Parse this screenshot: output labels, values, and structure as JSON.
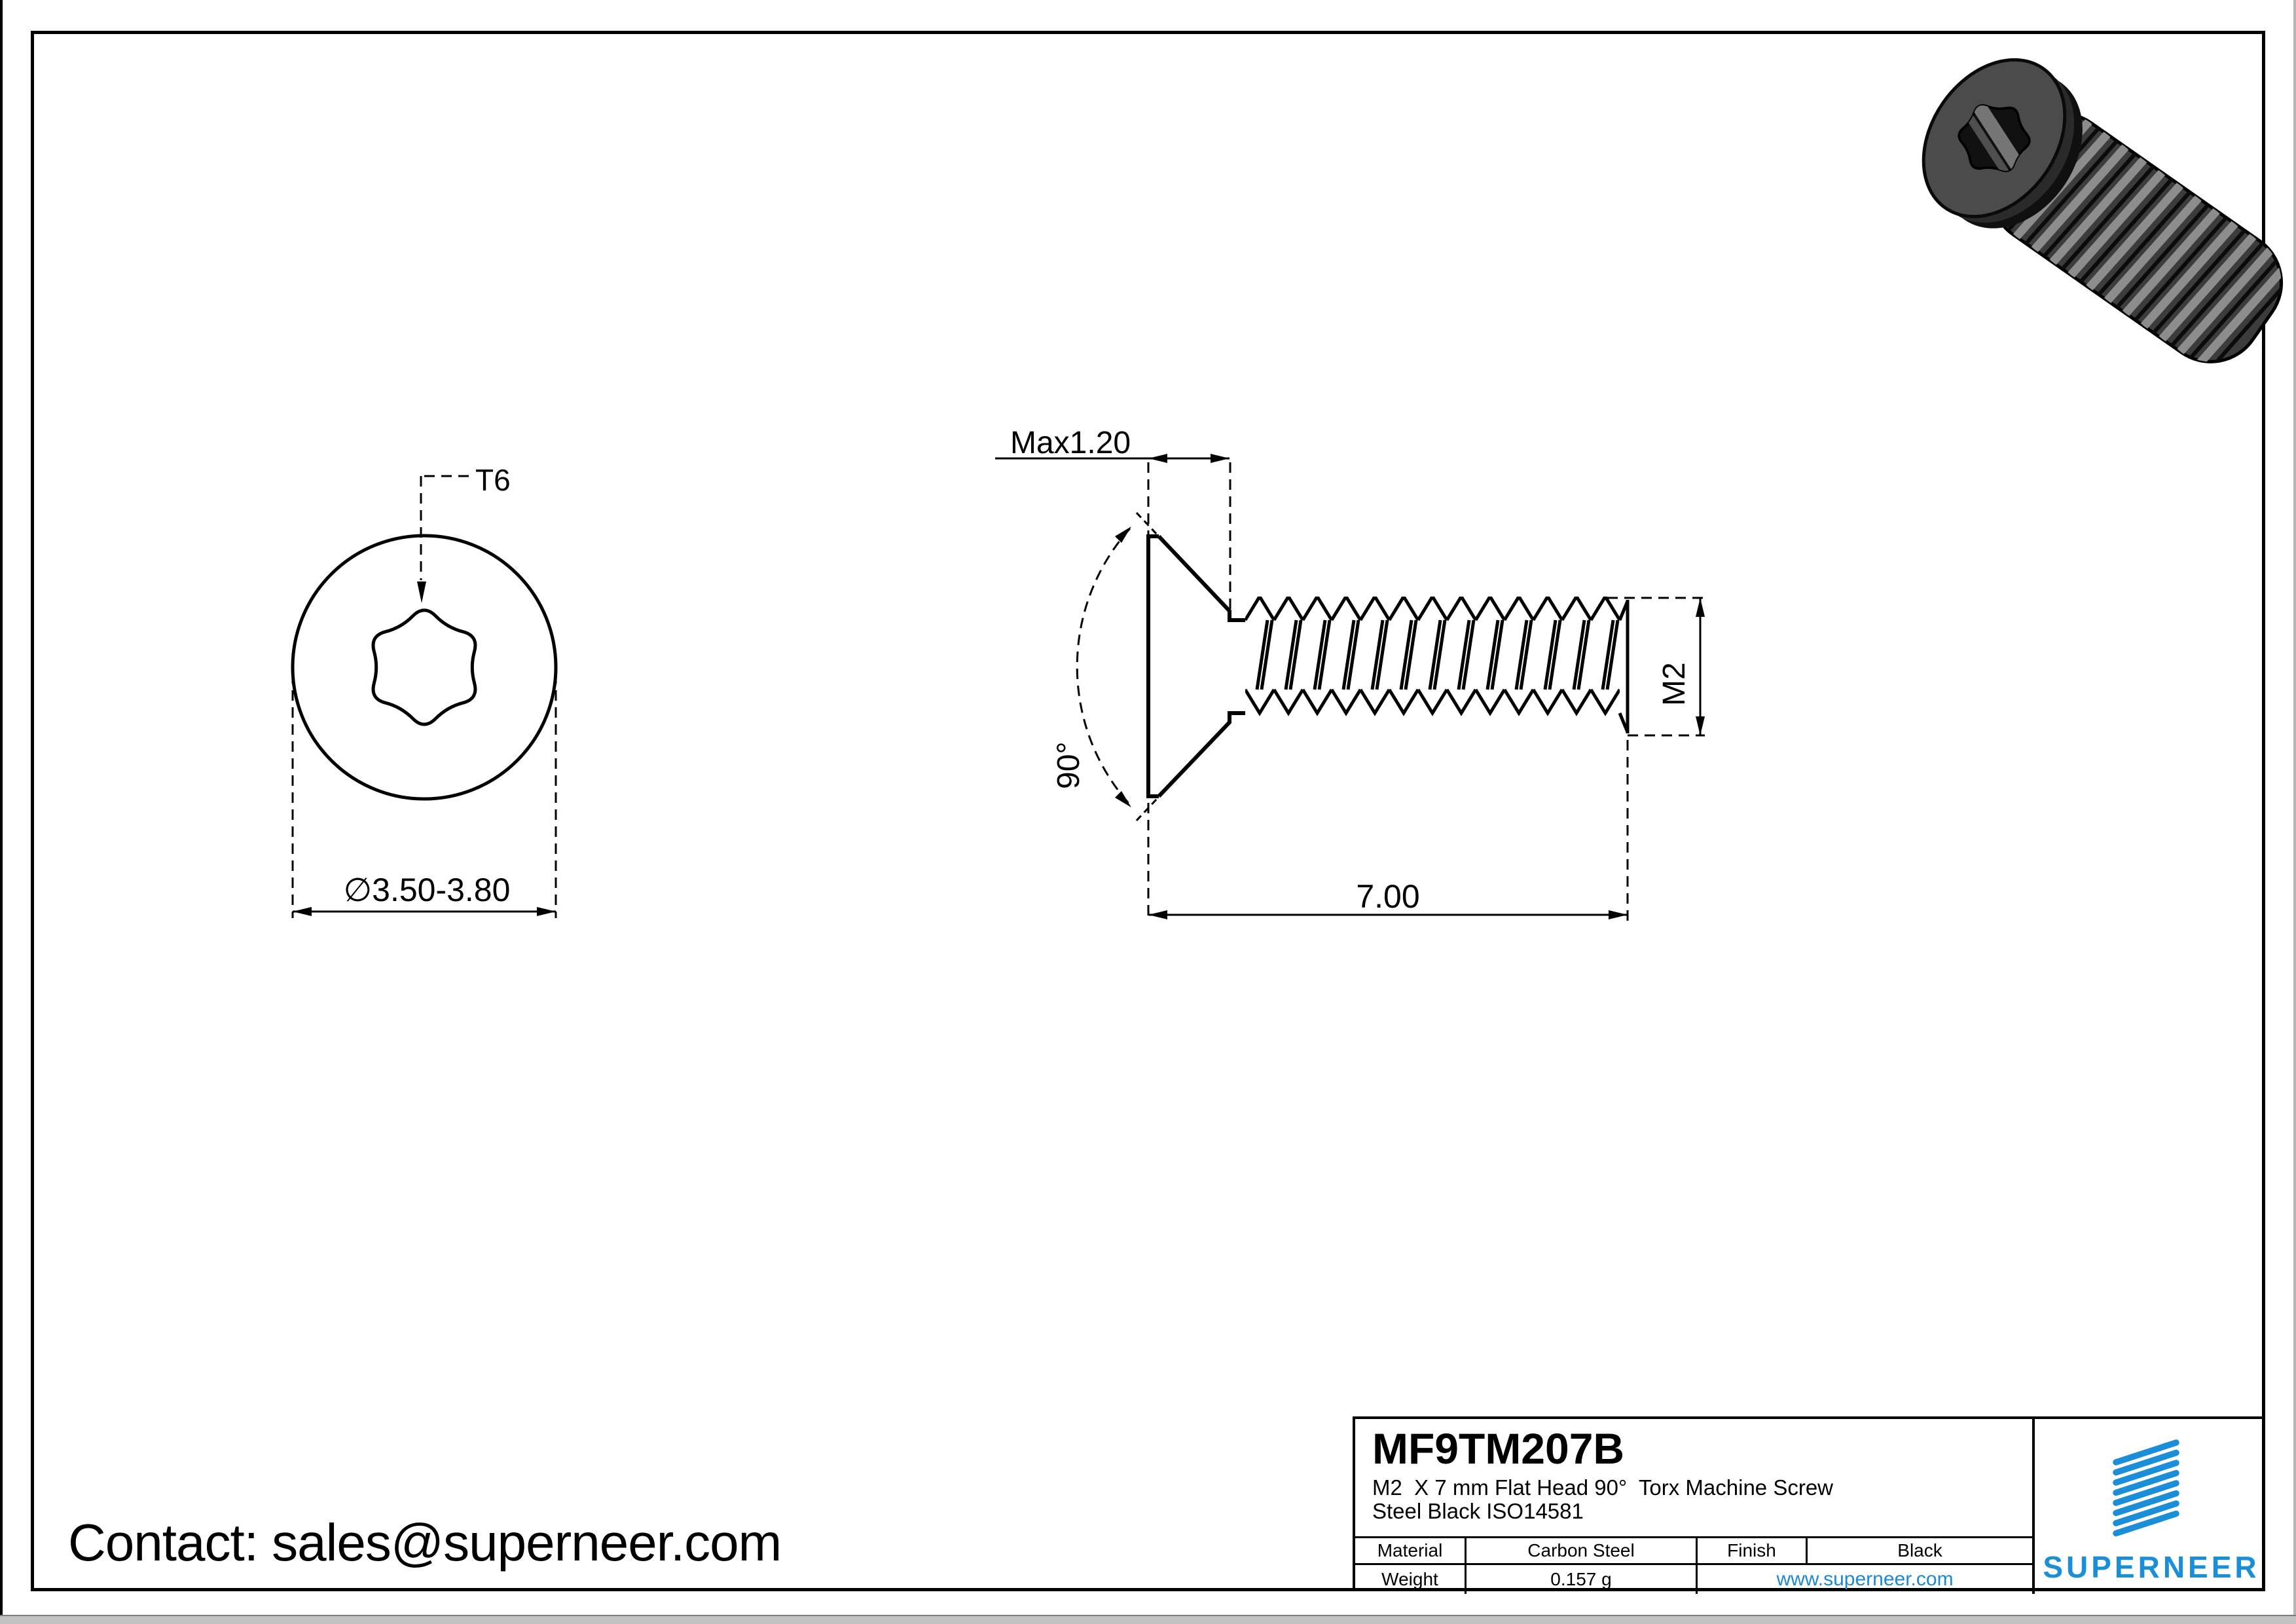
{
  "drawing": {
    "top_view": {
      "drive_label": "T6",
      "diameter_label": "∅3.50-3.80"
    },
    "side_view": {
      "head_height_label": "Max1.20",
      "countersink_angle_label": "90°",
      "thread_size_label": "M2",
      "length_label": "7.00"
    }
  },
  "title_block": {
    "part_number": "MF9TM207B",
    "description_line1": "M2  X 7 mm Flat Head 90°  Torx Machine Screw",
    "description_line2": "Steel Black ISO14581",
    "material_label": "Material",
    "material_value": "Carbon Steel",
    "finish_label": "Finish",
    "finish_value": "Black",
    "weight_label": "Weight",
    "weight_value": "0.157 g",
    "website": "www.superneer.com",
    "brand_name": "SUPERNEER"
  },
  "footer": {
    "contact_line": "Contact: sales@superneer.com"
  },
  "colors": {
    "brand_blue": "#1a8ed6",
    "link_blue": "#1d87d8",
    "line": "#000000",
    "paper": "#ffffff"
  },
  "icons": {
    "logo": "superneer-stripes-logo",
    "drive": "torx-star"
  }
}
